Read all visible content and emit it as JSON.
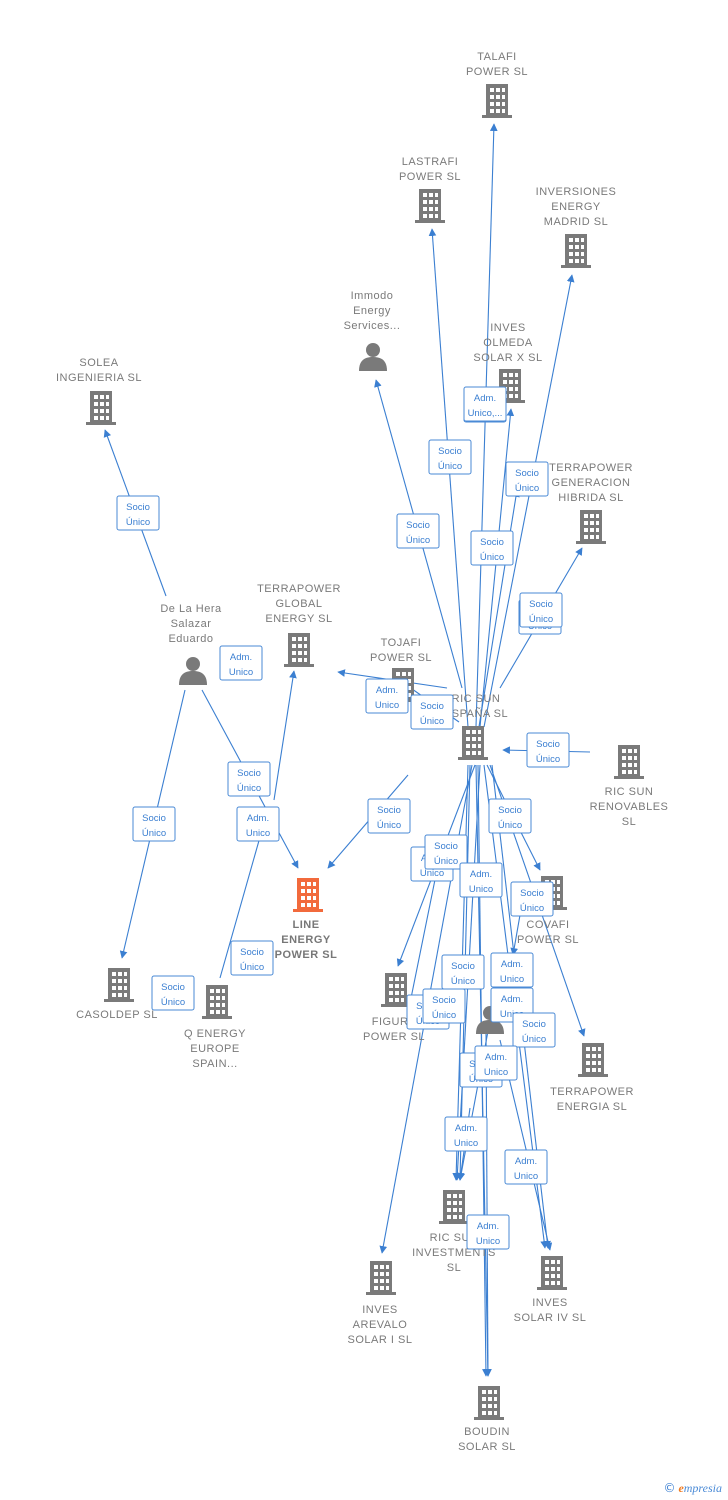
{
  "colors": {
    "edge": "#3b7fd1",
    "node": "#7a7a7a",
    "focus": "#f26a3c"
  },
  "nodes": [
    {
      "id": "talafi",
      "type": "company",
      "label": [
        "TALAFI",
        "POWER  SL"
      ]
    },
    {
      "id": "lastrafi",
      "type": "company",
      "label": [
        "LASTRAFI",
        "POWER  SL"
      ]
    },
    {
      "id": "inversiones",
      "type": "company",
      "label": [
        "INVERSIONES",
        "ENERGY",
        "MADRID  SL"
      ]
    },
    {
      "id": "immodo",
      "type": "person",
      "label": [
        "Immodo",
        "Energy",
        "Services..."
      ]
    },
    {
      "id": "olmeda",
      "type": "company",
      "label": [
        "INVES",
        "OLMEDA",
        "SOLAR X  SL"
      ]
    },
    {
      "id": "solea",
      "type": "company",
      "label": [
        "SOLEA",
        "INGENIERIA SL"
      ]
    },
    {
      "id": "terragen",
      "type": "company",
      "label": [
        "TERRAPOWER",
        "GENERACION",
        "HIBRIDA  SL"
      ]
    },
    {
      "id": "delahera",
      "type": "person",
      "label": [
        "De La Hera",
        "Salazar",
        "Eduardo"
      ]
    },
    {
      "id": "terraglobal",
      "type": "company",
      "label": [
        "TERRAPOWER",
        "GLOBAL",
        "ENERGY  SL"
      ]
    },
    {
      "id": "tojafi",
      "type": "company",
      "label": [
        "TOJAFI",
        "POWER  SL"
      ]
    },
    {
      "id": "ricespana",
      "type": "company",
      "label": [
        "RIC SUN",
        "ESPAÑA  SL"
      ]
    },
    {
      "id": "ricrenov",
      "type": "company",
      "label": [
        "RIC SUN",
        "RENOVABLES",
        "SL"
      ]
    },
    {
      "id": "line",
      "type": "focus",
      "label": [
        "LINE",
        "ENERGY",
        "POWER  SL"
      ]
    },
    {
      "id": "covafi",
      "type": "company",
      "label": [
        "COVAFI",
        "POWER  SL"
      ]
    },
    {
      "id": "casoldep",
      "type": "company",
      "label": [
        "CASOLDEP  SL"
      ]
    },
    {
      "id": "qenergy",
      "type": "company",
      "label": [
        "Q ENERGY",
        "EUROPE",
        "SPAIN..."
      ]
    },
    {
      "id": "figur",
      "type": "company",
      "label": [
        "FIGURA",
        "POWER  SL"
      ]
    },
    {
      "id": "persmid",
      "type": "person",
      "label": []
    },
    {
      "id": "terraenergia",
      "type": "company",
      "label": [
        "TERRAPOWER",
        "ENERGIA  SL"
      ]
    },
    {
      "id": "ricinvest",
      "type": "company",
      "label": [
        "RIC SUN",
        "INVESTMENTS",
        "SL"
      ]
    },
    {
      "id": "invesiv",
      "type": "company",
      "label": [
        "INVES",
        "SOLAR IV SL"
      ]
    },
    {
      "id": "arevalo",
      "type": "company",
      "label": [
        "INVES",
        "AREVALO",
        "SOLAR I  SL"
      ]
    },
    {
      "id": "boudin",
      "type": "company",
      "label": [
        "BOUDIN",
        "SOLAR SL"
      ]
    }
  ],
  "edge_labels": [
    [
      "Socio",
      "Único"
    ],
    [
      "Socio",
      "Único"
    ],
    [
      "Socio",
      "Único"
    ],
    [
      "Socio",
      "Único"
    ],
    [
      "Socio",
      "Único"
    ],
    [
      "Socio",
      "Único"
    ],
    [
      "Socio",
      "Único"
    ],
    [
      "Adm.",
      "Unico,..."
    ],
    [
      "Adm.",
      "Unico"
    ],
    [
      "Socio",
      "Único"
    ],
    [
      "Socio",
      "Único"
    ],
    [
      "Socio",
      "Único"
    ],
    [
      "Adm.",
      "Unico"
    ],
    [
      "Socio",
      "Único"
    ],
    [
      "Adm.",
      "Unico"
    ],
    [
      "Socio",
      "Único"
    ],
    [
      "Socio",
      "Único"
    ],
    [
      "Adm.",
      "Unico"
    ],
    [
      "Socio",
      "Único"
    ],
    [
      "Adm.",
      "Unico"
    ],
    [
      "Socio",
      "Único"
    ],
    [
      "Socio",
      "Único"
    ],
    [
      "Socio",
      "Único"
    ],
    [
      "Socio",
      "Único"
    ],
    [
      "Adm.",
      "Unico"
    ],
    [
      "Socio",
      "Único"
    ],
    [
      "Socio",
      "Único"
    ],
    [
      "Adm.",
      "Unico"
    ],
    [
      "Socio",
      "Único"
    ],
    [
      "Socio",
      "Único"
    ],
    [
      "Adm.",
      "Unico"
    ],
    [
      "Adm.",
      "Unico"
    ],
    [
      "Adm.",
      "Unico"
    ],
    [
      "Adm.",
      "Unico"
    ],
    [
      "Socio",
      "Único"
    ]
  ],
  "footer": {
    "copyright": "©",
    "brand_first": "e",
    "brand_rest": "mpresia"
  }
}
